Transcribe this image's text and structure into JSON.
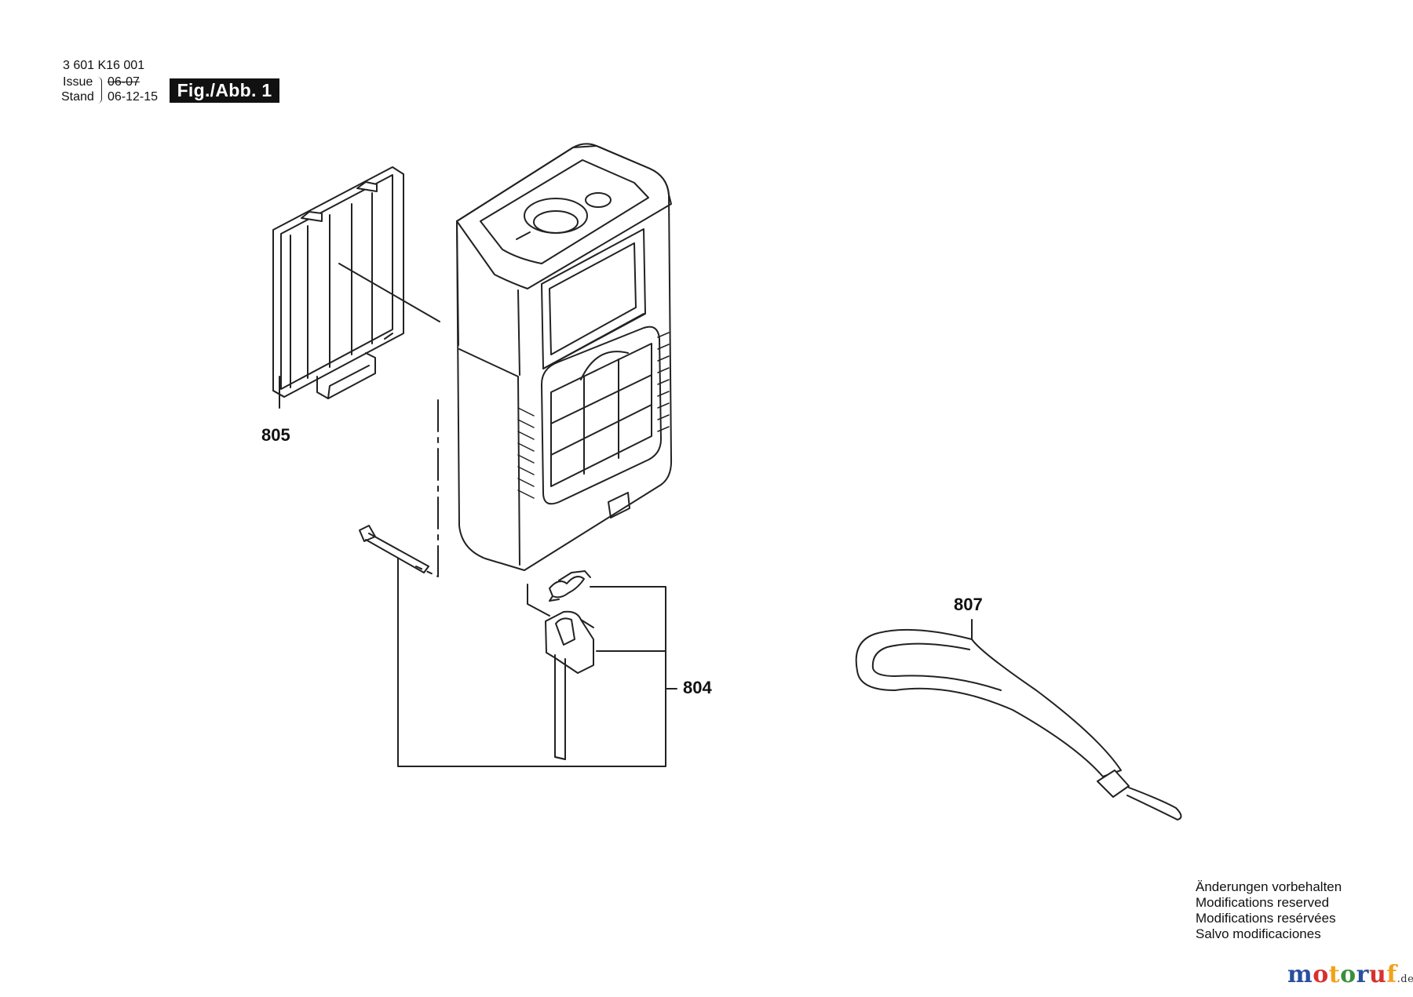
{
  "header": {
    "part_number": "3 601 K16 001",
    "issue_label": "Issue",
    "issue_date": "06-07",
    "stand_label": "Stand",
    "stand_date": "06-12-15",
    "figure_label": "Fig./Abb. 1"
  },
  "parts": [
    {
      "number": "805"
    },
    {
      "number": "804"
    },
    {
      "number": "807"
    }
  ],
  "notice": {
    "line_de": "Änderungen vorbehalten",
    "line_en": "Modifications reserved",
    "line_fr": "Modifications resérvées",
    "line_es": "Salvo modificaciones"
  },
  "watermark": {
    "name": "motoruf",
    "suffix": ".de"
  }
}
